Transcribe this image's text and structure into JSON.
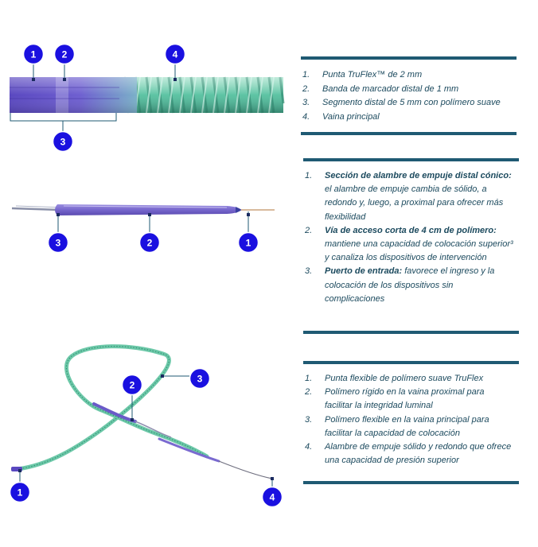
{
  "colors": {
    "badge": "#1a10e0",
    "rule": "#1f5a73",
    "text": "#1c4a5e",
    "sheath_green": "#5ec4a4",
    "tip_purple": "#6a5ac8"
  },
  "panel1": {
    "badges": [
      "1",
      "2",
      "4",
      "3"
    ],
    "notes": [
      {
        "num": "1.",
        "text": "Punta TruFlex™ de 2 mm"
      },
      {
        "num": "2.",
        "text": "Banda de marcador distal de 1 mm"
      },
      {
        "num": "3.",
        "text": "Segmento distal de 5 mm con polímero suave"
      },
      {
        "num": "4.",
        "text": "Vaina principal"
      }
    ]
  },
  "panel2": {
    "badges": [
      "3",
      "2",
      "1"
    ],
    "notes": [
      {
        "num": "1.",
        "bold": "Sección de alambre de empuje distal cónico:",
        "text": " el alambre de empuje cambia de sólido, a redondo y, luego, a proximal para ofrecer más flexibilidad"
      },
      {
        "num": "2.",
        "bold": "Vía de acceso corta de 4 cm de polímero:",
        "text": " mantiene una capacidad de colocación superior³ y canaliza los dispositivos de intervención"
      },
      {
        "num": "3.",
        "bold": "Puerto de entrada:",
        "text": " favorece el ingreso y la colocación de los dispositivos sin complicaciones"
      }
    ]
  },
  "panel3": {
    "badges": [
      "2",
      "3",
      "1",
      "4"
    ],
    "notes": [
      {
        "num": "1.",
        "text": "Punta flexible de polímero suave TruFlex"
      },
      {
        "num": "2.",
        "text": "Polímero rígido en la vaina proximal para facilitar la integridad luminal"
      },
      {
        "num": "3.",
        "text": "Polímero flexible en la vaina principal para facilitar la capacidad de colocación"
      },
      {
        "num": "4.",
        "text": "Alambre de empuje sólido y redondo que ofrece una capacidad de presión superior"
      }
    ]
  }
}
